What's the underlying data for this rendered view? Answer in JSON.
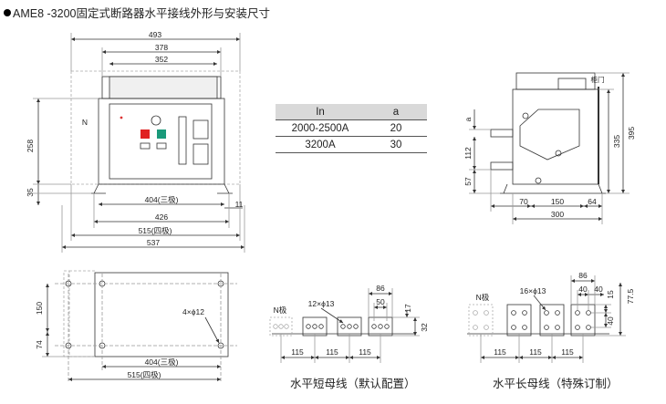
{
  "title": "AME8 -3200固定式断路器水平接线外形与安装尺寸",
  "front": {
    "w493": "493",
    "w378": "378",
    "w352": "352",
    "n": "N",
    "h258": "258",
    "h35": "35",
    "w404": "404(三极)",
    "w426": "426",
    "w515": "515(四极)",
    "w537": "537",
    "w11": "11"
  },
  "table": {
    "headers": [
      "In",
      "a"
    ],
    "rows": [
      [
        "2000-2500A",
        "20"
      ],
      [
        "3200A",
        "30"
      ]
    ]
  },
  "side": {
    "door": "柜门",
    "a": "a",
    "h112": "112",
    "h57": "57",
    "h335": "335",
    "h395": "395",
    "w70": "70",
    "w150": "150",
    "w64": "64",
    "w300": "300"
  },
  "mount": {
    "h150": "150",
    "h74": "74",
    "holes": "4×ϕ12",
    "w404": "404(三极)",
    "w515": "515(四极)"
  },
  "short_bus": {
    "npole": "N极",
    "holes": "12×ϕ13",
    "w86": "86",
    "w50": "50",
    "h17": "17",
    "h32": "32",
    "pitch1": "115",
    "pitch2": "115",
    "pitch3": "115",
    "caption": "水平短母线（默认配置）"
  },
  "long_bus": {
    "npole": "N极",
    "holes": "16×ϕ13",
    "w86": "86",
    "w40a": "40",
    "w40b": "40",
    "h15": "15",
    "h775": "77.5",
    "h40": "40",
    "pitch1": "115",
    "pitch2": "115",
    "pitch3": "115",
    "caption": "水平长母线（特殊订制）"
  }
}
